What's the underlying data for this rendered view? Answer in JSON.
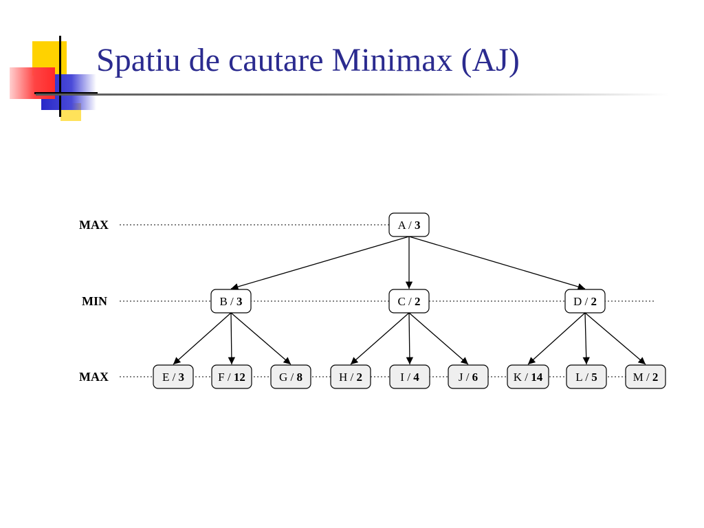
{
  "slide": {
    "title": "Spatiu de cautare Minimax (AJ)",
    "accent_colors": {
      "yellow": "#ffd200",
      "red": "#ff3b3b",
      "blue": "#3030d0",
      "title": "#2b2b8f"
    }
  },
  "diagram": {
    "levels": [
      {
        "id": "level-0",
        "label": "MAX"
      },
      {
        "id": "level-1",
        "label": "MIN"
      },
      {
        "id": "level-2",
        "label": "MAX"
      }
    ],
    "nodes": [
      {
        "id": "A",
        "name": "A",
        "value": "3",
        "level": 0
      },
      {
        "id": "B",
        "name": "B",
        "value": "3",
        "level": 1
      },
      {
        "id": "C",
        "name": "C",
        "value": "2",
        "level": 1
      },
      {
        "id": "D",
        "name": "D",
        "value": "2",
        "level": 1
      },
      {
        "id": "E",
        "name": "E",
        "value": "3",
        "level": 2
      },
      {
        "id": "F",
        "name": "F",
        "value": "12",
        "level": 2
      },
      {
        "id": "G",
        "name": "G",
        "value": "8",
        "level": 2
      },
      {
        "id": "H",
        "name": "H",
        "value": "2",
        "level": 2
      },
      {
        "id": "I",
        "name": "I",
        "value": "4",
        "level": 2
      },
      {
        "id": "J",
        "name": "J",
        "value": "6",
        "level": 2
      },
      {
        "id": "K",
        "name": "K",
        "value": "14",
        "level": 2
      },
      {
        "id": "L",
        "name": "L",
        "value": "5",
        "level": 2
      },
      {
        "id": "M",
        "name": "M",
        "value": "2",
        "level": 2
      }
    ],
    "edges": [
      [
        "A",
        "B"
      ],
      [
        "A",
        "C"
      ],
      [
        "A",
        "D"
      ],
      [
        "B",
        "E"
      ],
      [
        "B",
        "F"
      ],
      [
        "B",
        "G"
      ],
      [
        "C",
        "H"
      ],
      [
        "C",
        "I"
      ],
      [
        "C",
        "J"
      ],
      [
        "D",
        "K"
      ],
      [
        "D",
        "L"
      ],
      [
        "D",
        "M"
      ]
    ],
    "leaf_fill": "#efefef",
    "inner_fill": "#ffffff"
  }
}
